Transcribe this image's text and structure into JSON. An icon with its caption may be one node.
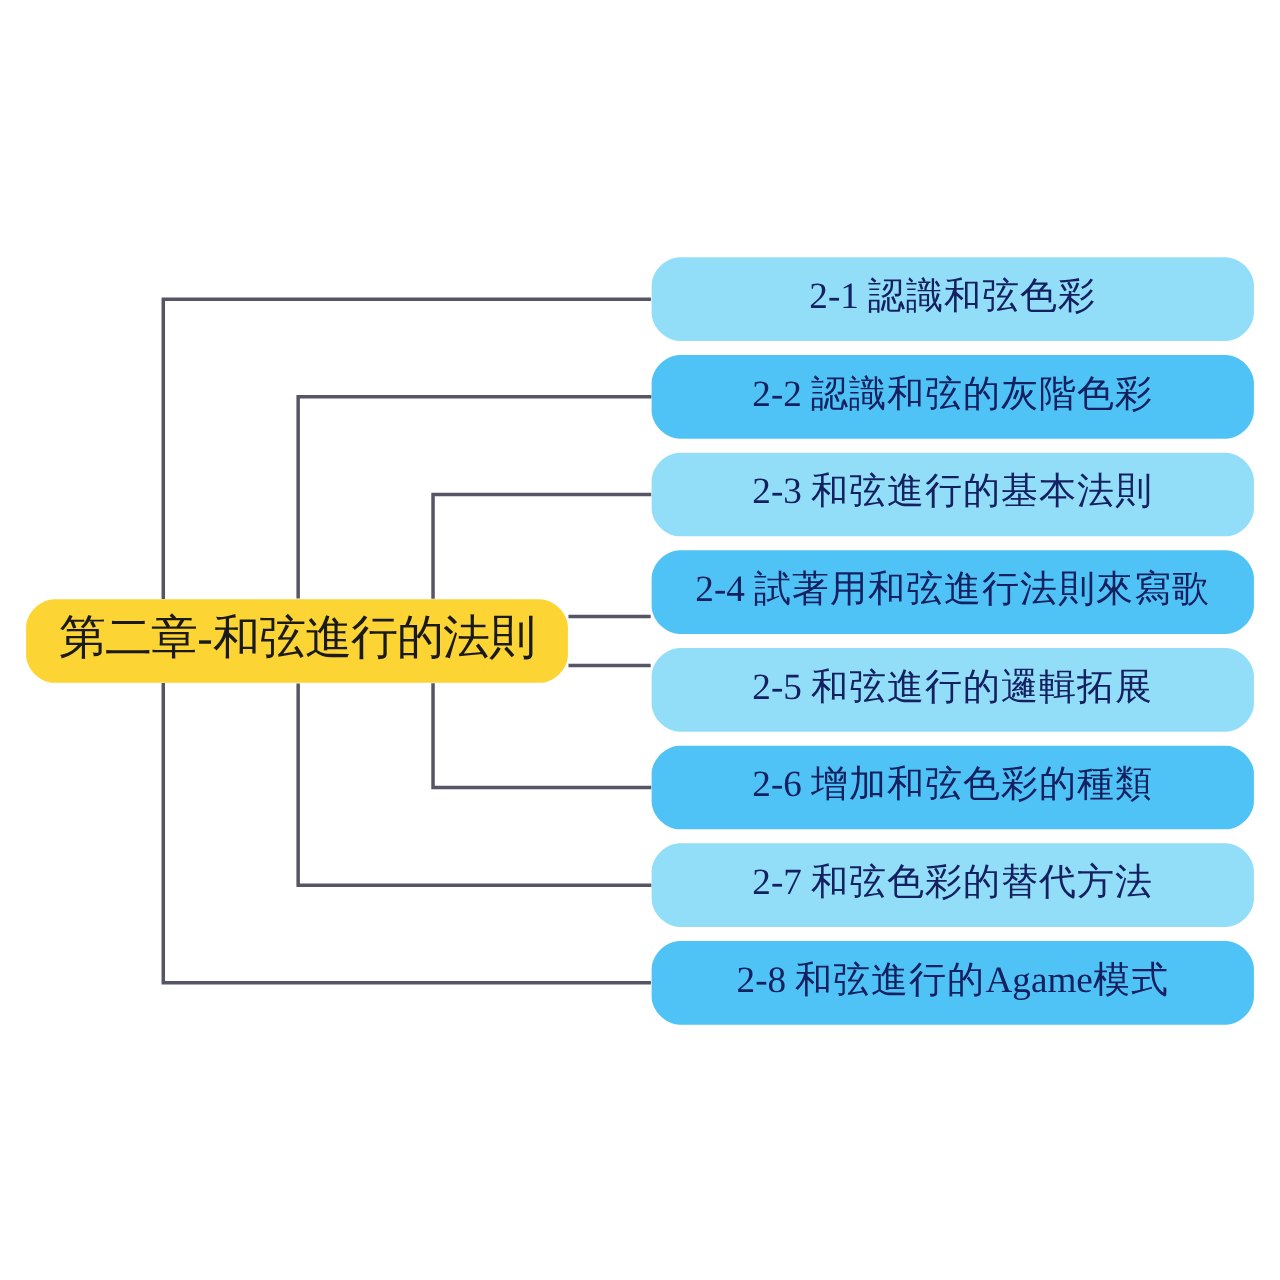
{
  "diagram": {
    "nodes": [
      {
        "text": [
          "第二章-和弦進行的法則"
        ]
      },
      {
        "text": [
          "2-1 認識和弦色彩"
        ]
      },
      {
        "text": [
          "2-2 認識和弦的灰階色彩"
        ]
      },
      {
        "text": [
          "2-3 和弦進行的基本法則"
        ]
      },
      {
        "text": [
          "2-4 試著用和弦進行法則來寫歌"
        ]
      },
      {
        "text": [
          "2-5 和弦進行的邏輯拓展"
        ]
      },
      {
        "text": [
          "2-6 增加和弦色彩的種類"
        ]
      },
      {
        "text": [
          "2-7 和弦色彩的替代方法"
        ]
      },
      {
        "text": [
          "2-8 和弦進行的Agame模式"
        ]
      }
    ],
    "edges": [
      {
        "from": 0,
        "to": 1,
        "arrow": "none"
      },
      {
        "from": 0,
        "to": 2,
        "arrow": "none"
      },
      {
        "from": 0,
        "to": 3,
        "arrow": "none"
      },
      {
        "from": 0,
        "to": 4,
        "arrow": "none"
      },
      {
        "from": 0,
        "to": 5,
        "arrow": "none"
      },
      {
        "from": 0,
        "to": 6,
        "arrow": "none"
      },
      {
        "from": 0,
        "to": 7,
        "arrow": "none"
      },
      {
        "from": 0,
        "to": 8,
        "arrow": "none"
      }
    ]
  }
}
